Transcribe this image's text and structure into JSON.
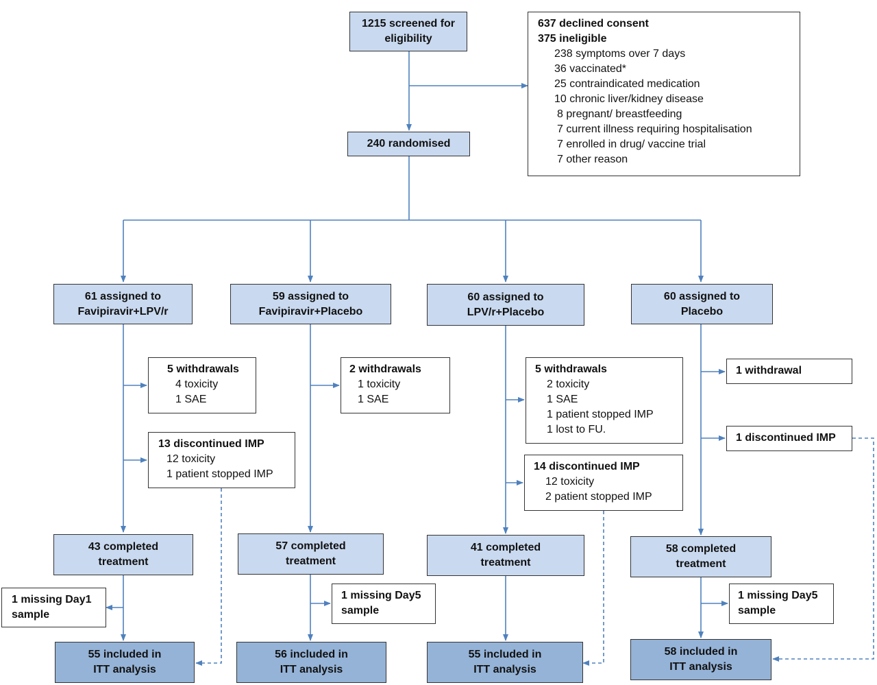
{
  "screened": {
    "line1": "1215 screened for",
    "line2": "eligibility"
  },
  "excluded": {
    "declined": "637 declined consent",
    "ineligible": "375  ineligible",
    "reasons": [
      "238 symptoms over 7 days",
      "36 vaccinated*",
      "25 contraindicated medication",
      "10 chronic liver/kidney disease",
      "8 pregnant/ breastfeeding",
      "7 current illness requiring hospitalisation",
      "7 enrolled in drug/ vaccine trial",
      "7 other reason"
    ]
  },
  "randomised": "240 randomised",
  "arms": [
    {
      "assigned": {
        "line1": "61 assigned to",
        "line2": "Favipiravir+LPV/r"
      },
      "withdrawals": {
        "head": "5 withdrawals",
        "items": [
          "4 toxicity",
          "1 SAE"
        ]
      },
      "discontinued": {
        "head": "13 discontinued IMP",
        "items": [
          "12 toxicity",
          "1 patient stopped IMP"
        ]
      },
      "completed": {
        "line1": "43 completed",
        "line2": "treatment"
      },
      "missing": {
        "line1": "1 missing Day1",
        "line2": "sample"
      },
      "itt": {
        "line1": "55 included in",
        "line2": "ITT analysis"
      }
    },
    {
      "assigned": {
        "line1": "59 assigned to",
        "line2": "Favipiravir+Placebo"
      },
      "withdrawals": {
        "head": "2 withdrawals",
        "items": [
          "1 toxicity",
          "1 SAE"
        ]
      },
      "completed": {
        "line1": "57 completed",
        "line2": "treatment"
      },
      "missing": {
        "line1": "1 missing Day5",
        "line2": "sample"
      },
      "itt": {
        "line1": "56 included in",
        "line2": "ITT analysis"
      }
    },
    {
      "assigned": {
        "line1": "60 assigned to",
        "line2": "LPV/r+Placebo"
      },
      "withdrawals": {
        "head": "5 withdrawals",
        "items": [
          "2 toxicity",
          "1 SAE",
          "1 patient stopped IMP",
          "1 lost to FU."
        ]
      },
      "discontinued": {
        "head": "14 discontinued IMP",
        "items": [
          "12 toxicity",
          "2 patient stopped IMP"
        ]
      },
      "completed": {
        "line1": "41 completed",
        "line2": "treatment"
      },
      "itt": {
        "line1": "55 included in",
        "line2": "ITT analysis"
      }
    },
    {
      "assigned": {
        "line1": "60 assigned to",
        "line2": "Placebo"
      },
      "withdrawals": {
        "head": "1 withdrawal"
      },
      "discontinued": {
        "head": "1 discontinued IMP"
      },
      "completed": {
        "line1": "58 completed",
        "line2": "treatment"
      },
      "missing": {
        "line1": "1 missing Day5",
        "line2": "sample"
      },
      "itt": {
        "line1": "58 included in",
        "line2": "ITT analysis"
      }
    }
  ],
  "colors": {
    "light_box": "#c9d9ef",
    "dark_box": "#95b3d7",
    "arrow": "#4f81bd"
  }
}
